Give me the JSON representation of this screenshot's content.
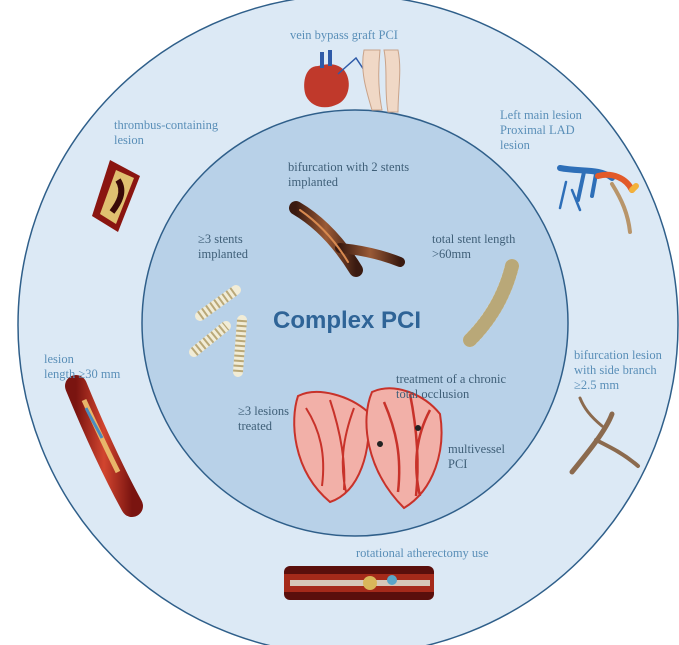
{
  "title": "Complex PCI",
  "outer_ring": {
    "items": [
      {
        "label": "vein bypass graft PCI",
        "icon": "heart-vein-graft-icon"
      },
      {
        "label": "Left main lesion\nProximal LAD\nlesion",
        "icon": "left-main-coronary-icon"
      },
      {
        "label": "bifurcation lesion\nwith side branch\n≥2.5 mm",
        "icon": "bifurcation-vessel-icon"
      },
      {
        "label": "rotational atherectomy use",
        "icon": "atherectomy-catheter-icon"
      },
      {
        "label": "lesion\nlength ≥30 mm",
        "icon": "long-lesion-vessel-icon"
      },
      {
        "label": "thrombus-containing\nlesion",
        "icon": "thrombus-vessel-icon"
      }
    ]
  },
  "inner_circle": {
    "items": [
      {
        "label": "bifurcation with 2 stents\nimplanted",
        "icon": "bifurcation-stents-icon"
      },
      {
        "label": "total stent length\n>60mm",
        "icon": "long-stent-icon"
      },
      {
        "label": "treatment of a chronic\ntotal occlusion",
        "icon": ""
      },
      {
        "label": "multivessel\nPCI",
        "icon": "multivessel-hearts-icon"
      },
      {
        "label": "≥3 lesions\ntreated",
        "icon": ""
      },
      {
        "label": "≥3 stents\nimplanted",
        "icon": "three-stents-icon"
      }
    ]
  },
  "colors": {
    "outer_fill": "#dce9f5",
    "inner_fill": "#b8d1e8",
    "ring_stroke": "#2f5f8a",
    "outer_text": "#5a8fb8",
    "inner_text": "#3f5f78",
    "title": "#2f6497"
  }
}
